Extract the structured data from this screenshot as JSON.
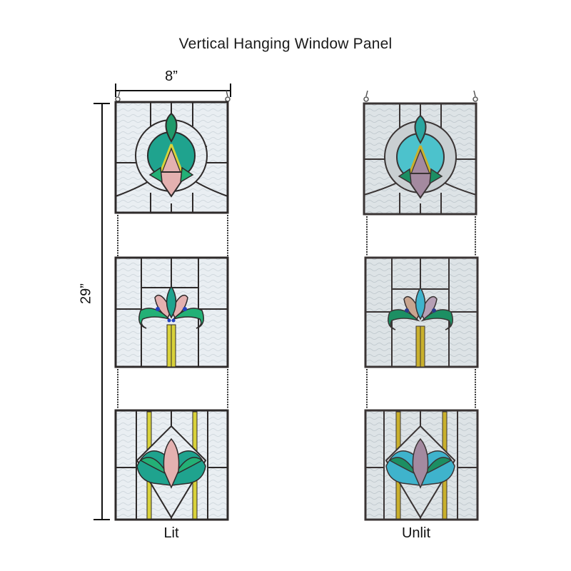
{
  "title": "Vertical Hanging Window Panel",
  "dimensions": {
    "width_label": "8”",
    "height_label": "29”"
  },
  "captions": {
    "lit": "Lit",
    "unlit": "Unlit"
  },
  "panels": {
    "count_per_column": 3,
    "motifs": [
      "circle-leaf-medallion",
      "tulip",
      "fan-leaf-diamond"
    ]
  },
  "colors": {
    "lead": "#2e2a2a",
    "clear_glass_lit": "#e9eef2",
    "clear_glass_unlit": "#dde3e6",
    "teal_lit": "#1fa38e",
    "teal_unlit": "#4cc2cc",
    "green": "#23a96a",
    "green_unlit": "#1c8f63",
    "pink_lit": "#e4b1b0",
    "pink_unlit": "#a48aa0",
    "yellow": "#d9d23a",
    "yellow_unlit": "#c9b02c",
    "blue": "#2140c0"
  }
}
